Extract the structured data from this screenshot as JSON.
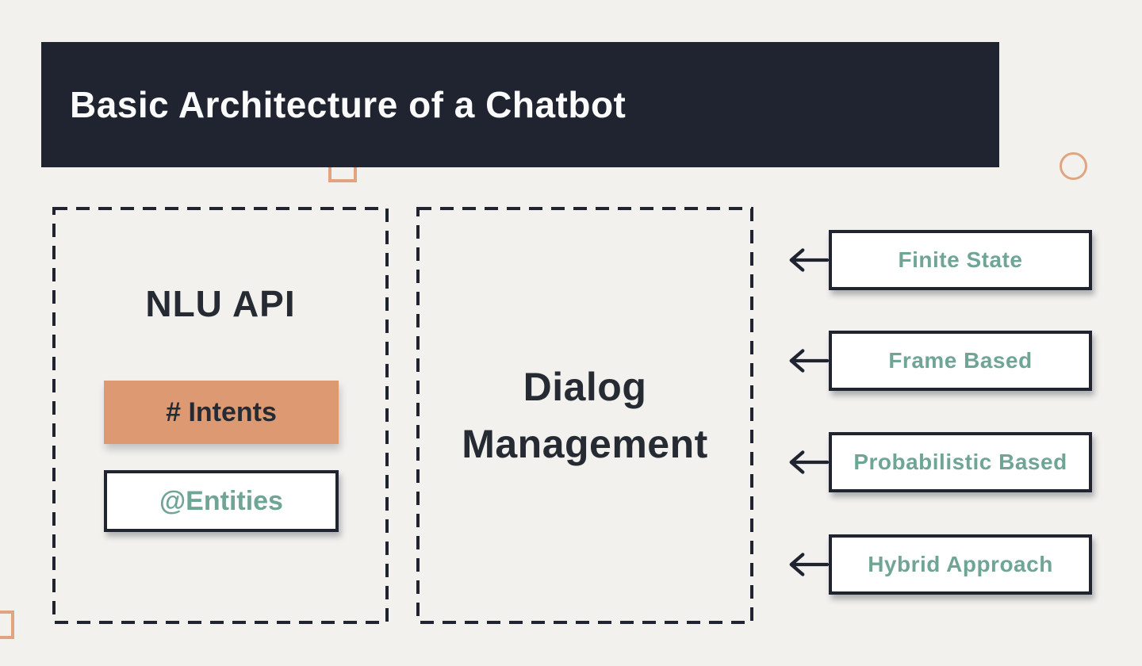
{
  "slide": {
    "title": "Basic Architecture of a Chatbot"
  },
  "nlu": {
    "title": "NLU API",
    "intents_label": "# Intents",
    "entities_label": "@Entities"
  },
  "dialog": {
    "line1": "Dialog",
    "line2": "Management"
  },
  "approaches": [
    {
      "label": "Finite State"
    },
    {
      "label": "Frame Based"
    },
    {
      "label": "Probabilistic Based"
    },
    {
      "label": "Hybrid Approach"
    }
  ],
  "colors": {
    "background": "#F2F1EE",
    "dark_navy": "#1F2430",
    "accent_orange": "#DD9A72",
    "decor_orange": "#E0A480",
    "teal": "#6FA594",
    "box_white": "#FFFFFF"
  }
}
